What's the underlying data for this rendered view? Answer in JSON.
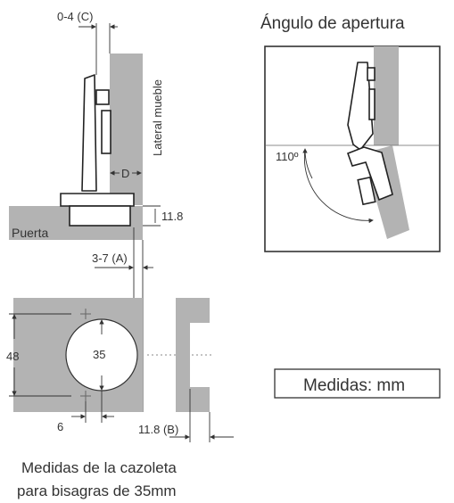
{
  "labels": {
    "dim_c": "0-4 (C)",
    "lateral": "Lateral mueble",
    "dim_d": "D",
    "dim_11_8": "11.8",
    "puerta": "Puerta",
    "dim_a": "3-7 (A)",
    "dim_48": "48",
    "dim_35": "35",
    "dim_6": "6",
    "dim_b": "11.8 (B)",
    "caption_line1": "Medidas de la cazoleta",
    "caption_line2": "para bisagras de 35mm"
  },
  "angle_panel": {
    "title": "Ángulo de apertura",
    "angle": "110º"
  },
  "units_box": {
    "text": "Medidas: mm"
  },
  "colors": {
    "panel_gray": "#b3b3b3",
    "plate_gray": "#a8a8a8",
    "line": "#222222"
  }
}
